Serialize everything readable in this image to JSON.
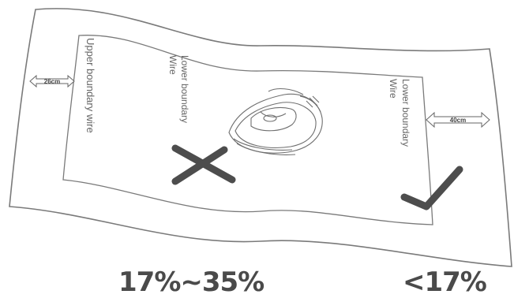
{
  "labels": {
    "upper_boundary": "Upper boundary wire",
    "lower_boundary_left_line1": "Lower boundary",
    "lower_boundary_left_line2": "Wire",
    "lower_boundary_right_line1": "Lower boundary",
    "lower_boundary_right_line2": "Wire",
    "dim_left": "26cm",
    "dim_right": "40cm"
  },
  "slopes": {
    "wrong": "17%~35%",
    "correct": "<17%"
  },
  "icons": {
    "wrong": "cross-icon",
    "correct": "check-icon",
    "mower": "robot-mower-icon"
  },
  "colors": {
    "outline": "#7a7a7a",
    "mark": "#4d4d4d",
    "text": "#555555"
  }
}
